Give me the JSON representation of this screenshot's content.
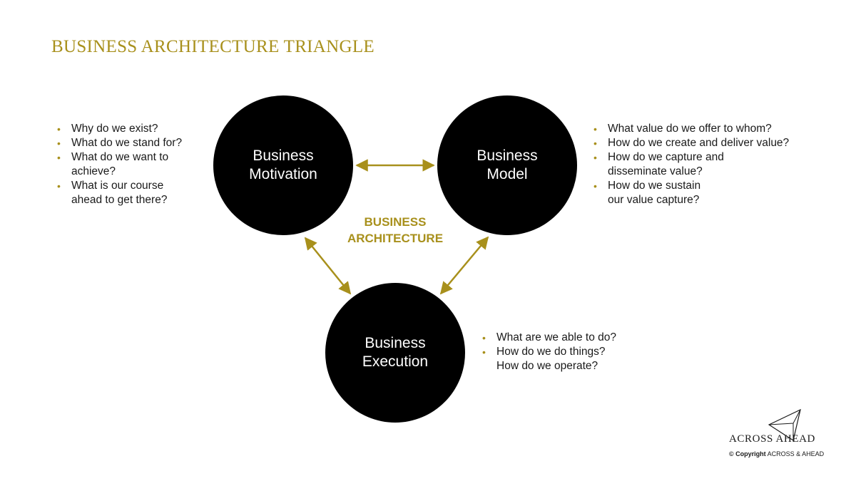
{
  "title": "BUSINESS ARCHITECTURE TRIANGLE",
  "center_label": "BUSINESS\nARCHITECTURE",
  "nodes": {
    "motivation": {
      "label": "Business\nMotivation",
      "bullets": [
        "Why do we exist?",
        "What do we stand for?",
        "What do we want to\nachieve?",
        "What is our course\nahead to get there?"
      ]
    },
    "model": {
      "label": "Business\nModel",
      "bullets": [
        "What value do we offer to whom?",
        "How do we create and deliver value?",
        "How do we capture and\ndisseminate value?",
        "How do we sustain\nour value capture?"
      ]
    },
    "execution": {
      "label": "Business\nExecution",
      "bullets": [
        "What are we able to do?",
        "How do we do things?\nHow do we operate?"
      ]
    }
  },
  "bullet_glyph": "•",
  "logo": {
    "text": "ACROSS AHEAD"
  },
  "copyright": {
    "prefix": "© Copyright",
    "owner": "ACROSS & AHEAD"
  },
  "colors": {
    "accent": "#a8901c",
    "circle": "#000000",
    "circle_text": "#ffffff",
    "text": "#1a1a1a"
  }
}
